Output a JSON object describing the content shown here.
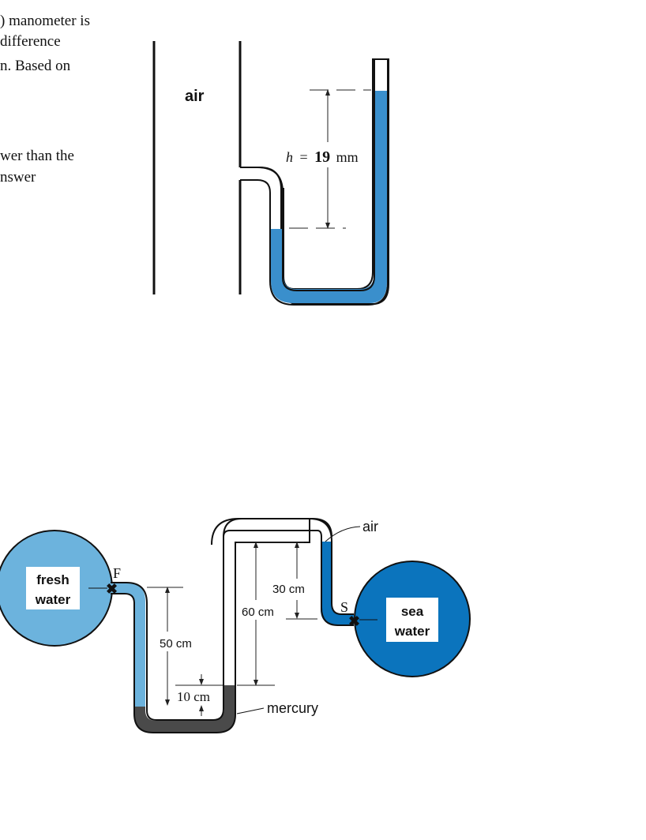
{
  "question": {
    "line1": ") manometer is",
    "line2": "difference",
    "line3": "n. Based on",
    "line4": "wer than the",
    "line5": "nswer"
  },
  "diagram1": {
    "air_label": "air",
    "h_symbol": "h",
    "h_equals": "=",
    "h_value": "19",
    "h_unit": "mm",
    "fluid_color": "#3a8fcc"
  },
  "diagram2": {
    "fresh_label_1": "fresh",
    "fresh_label_2": "water",
    "sea_label_1": "sea",
    "sea_label_2": "water",
    "point_f": "F",
    "point_s": "S",
    "air_label": "air",
    "mercury_label": "mercury",
    "dim_50": "50 cm",
    "dim_10": "10 cm",
    "dim_60": "60 cm",
    "dim_30": "30 cm",
    "fresh_color": "#6cb3dd",
    "sea_color": "#0b74bd",
    "mercury_color": "#4a4a4a"
  }
}
